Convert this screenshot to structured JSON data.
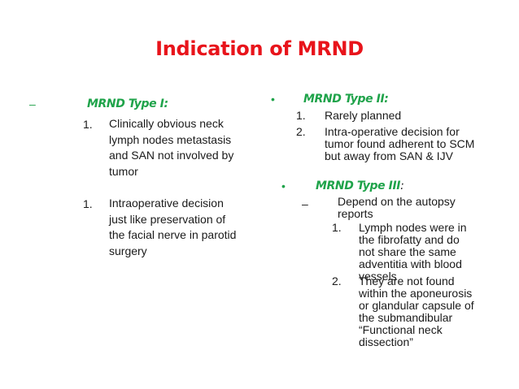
{
  "colors": {
    "title": "#e8141b",
    "heading": "#1fa34a",
    "body": "#1a1a1a"
  },
  "title": "Indication of MRND",
  "left_column": {
    "type1": {
      "marker": "–",
      "heading": "MRND Type I:",
      "items": [
        {
          "num": "1.",
          "lines": [
            "Clinically obvious neck",
            "lymph nodes metastasis",
            "and SAN not involved by",
            "tumor"
          ]
        },
        {
          "num": "1.",
          "lines": [
            "Intraoperative decision",
            "just like preservation of",
            "the facial nerve in parotid",
            "surgery"
          ]
        }
      ]
    }
  },
  "right_column": {
    "type2": {
      "marker": "•",
      "heading": "MRND Type II:",
      "items": [
        {
          "num": "1.",
          "lines": [
            "Rarely planned"
          ]
        },
        {
          "num": "2.",
          "lines": [
            "Intra-operative decision for",
            "tumor found adherent to SCM",
            "but away from SAN & IJV"
          ]
        }
      ]
    },
    "type3": {
      "marker": "•",
      "heading": "MRND Type III",
      "heading_colon": ":",
      "sub_marker": "–",
      "sub_lines": [
        "Depend on the autopsy",
        "reports"
      ],
      "items": [
        {
          "num": "1.",
          "lines": [
            "Lymph nodes were in",
            "the fibrofatty and do",
            "not share the same",
            "adventitia with blood",
            "vessels"
          ]
        },
        {
          "num": "2.",
          "lines": [
            "They are not found",
            "within the aponeurosis",
            "or glandular capsule of",
            "the submandibular",
            "“Functional neck",
            "dissection”"
          ]
        }
      ]
    }
  }
}
